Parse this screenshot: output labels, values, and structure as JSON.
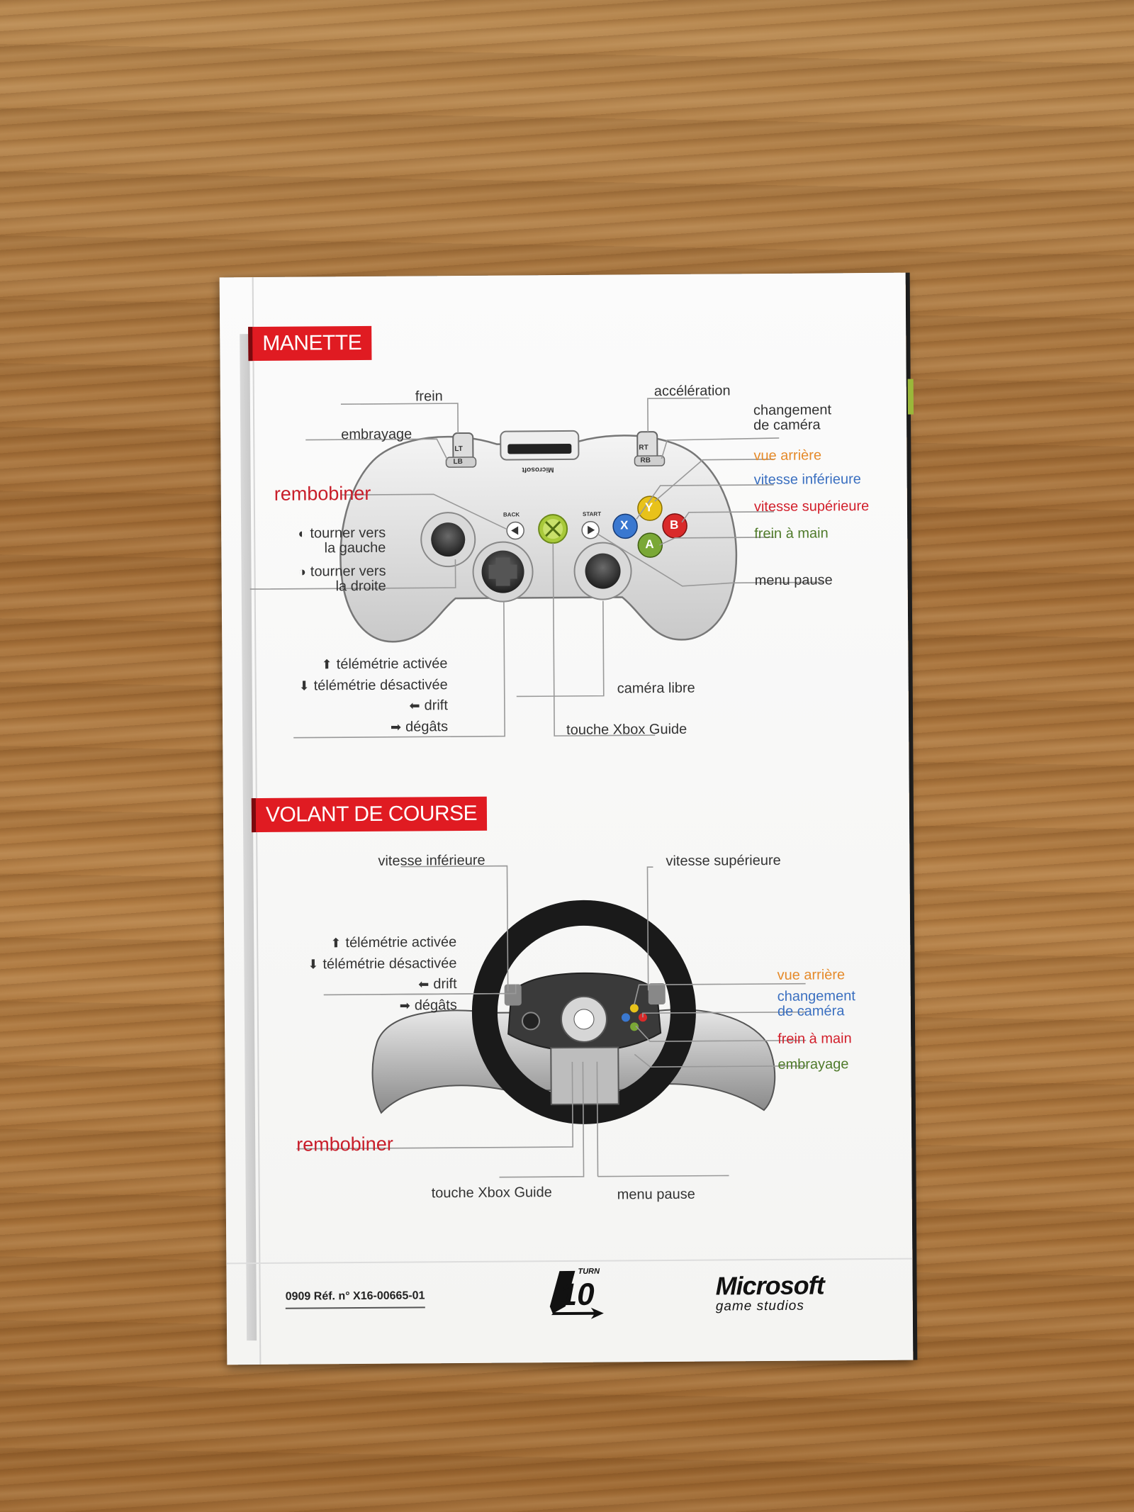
{
  "controller_section": {
    "title": "MANETTE",
    "labels": {
      "frein": "frein",
      "embrayage": "embrayage",
      "acceleration": "accélération",
      "changement_camera": "changement\nde caméra",
      "vue_arriere": "vue arrière",
      "vitesse_inferieure": "vitesse inférieure",
      "vitesse_superieure": "vitesse supérieure",
      "frein_a_main": "frein à main",
      "menu_pause": "menu pause",
      "rembobiner": "rembobiner",
      "tourner_gauche": "tourner vers\nla gauche",
      "tourner_droite": "tourner vers\nla droite",
      "telemetrie_activee": "télémétrie activée",
      "telemetrie_desactivee": "télémétrie désactivée",
      "drift": "drift",
      "degats": "dégâts",
      "camera_libre": "caméra libre",
      "touche_xbox_guide": "touche Xbox Guide"
    },
    "controller_text": {
      "brand": "Microsoft",
      "lt": "LT",
      "lb": "LB",
      "rt": "RT",
      "rb": "RB",
      "back": "BACK",
      "start": "START",
      "y": "Y",
      "b": "B",
      "x": "X",
      "a": "A"
    }
  },
  "wheel_section": {
    "title": "VOLANT DE COURSE",
    "labels": {
      "vitesse_inferieure": "vitesse inférieure",
      "vitesse_superieure": "vitesse supérieure",
      "telemetrie_activee": "télémétrie activée",
      "telemetrie_desactivee": "télémétrie désactivée",
      "drift": "drift",
      "degats": "dégâts",
      "vue_arriere": "vue arrière",
      "changement_camera": "changement\nde caméra",
      "frein_a_main": "frein à main",
      "embrayage": "embrayage",
      "rembobiner": "rembobiner",
      "touche_xbox_guide": "touche Xbox Guide",
      "menu_pause": "menu pause"
    }
  },
  "footer": {
    "reference": "0909 Réf. n° X16-00665-01",
    "turn10_logo": "TURN 10",
    "ms_word": "Microsoft",
    "ms_sub": "game studios"
  },
  "colors": {
    "banner_red": "#e01b22",
    "label_orange": "#e58a2a",
    "label_blue": "#3a6fc0",
    "label_red": "#d21f2b",
    "label_green": "#4f7a2a"
  }
}
